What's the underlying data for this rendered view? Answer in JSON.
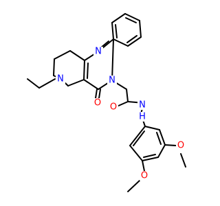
{
  "molecule": {
    "colors": {
      "carbon": "#000000",
      "nitrogen": "#0000ff",
      "oxygen": "#ff0000",
      "background": "#ffffff"
    },
    "labels": {
      "n_pyrimidine_top": "N",
      "n_pyrimidine_bottom": "N",
      "n_piperidine": "N",
      "o_carbonyl_ring": "O",
      "o_carbonyl_amide": "O",
      "n_amide": "N",
      "h_amide": "H",
      "o_methoxy_upper": "O",
      "o_methoxy_lower": "O"
    }
  }
}
